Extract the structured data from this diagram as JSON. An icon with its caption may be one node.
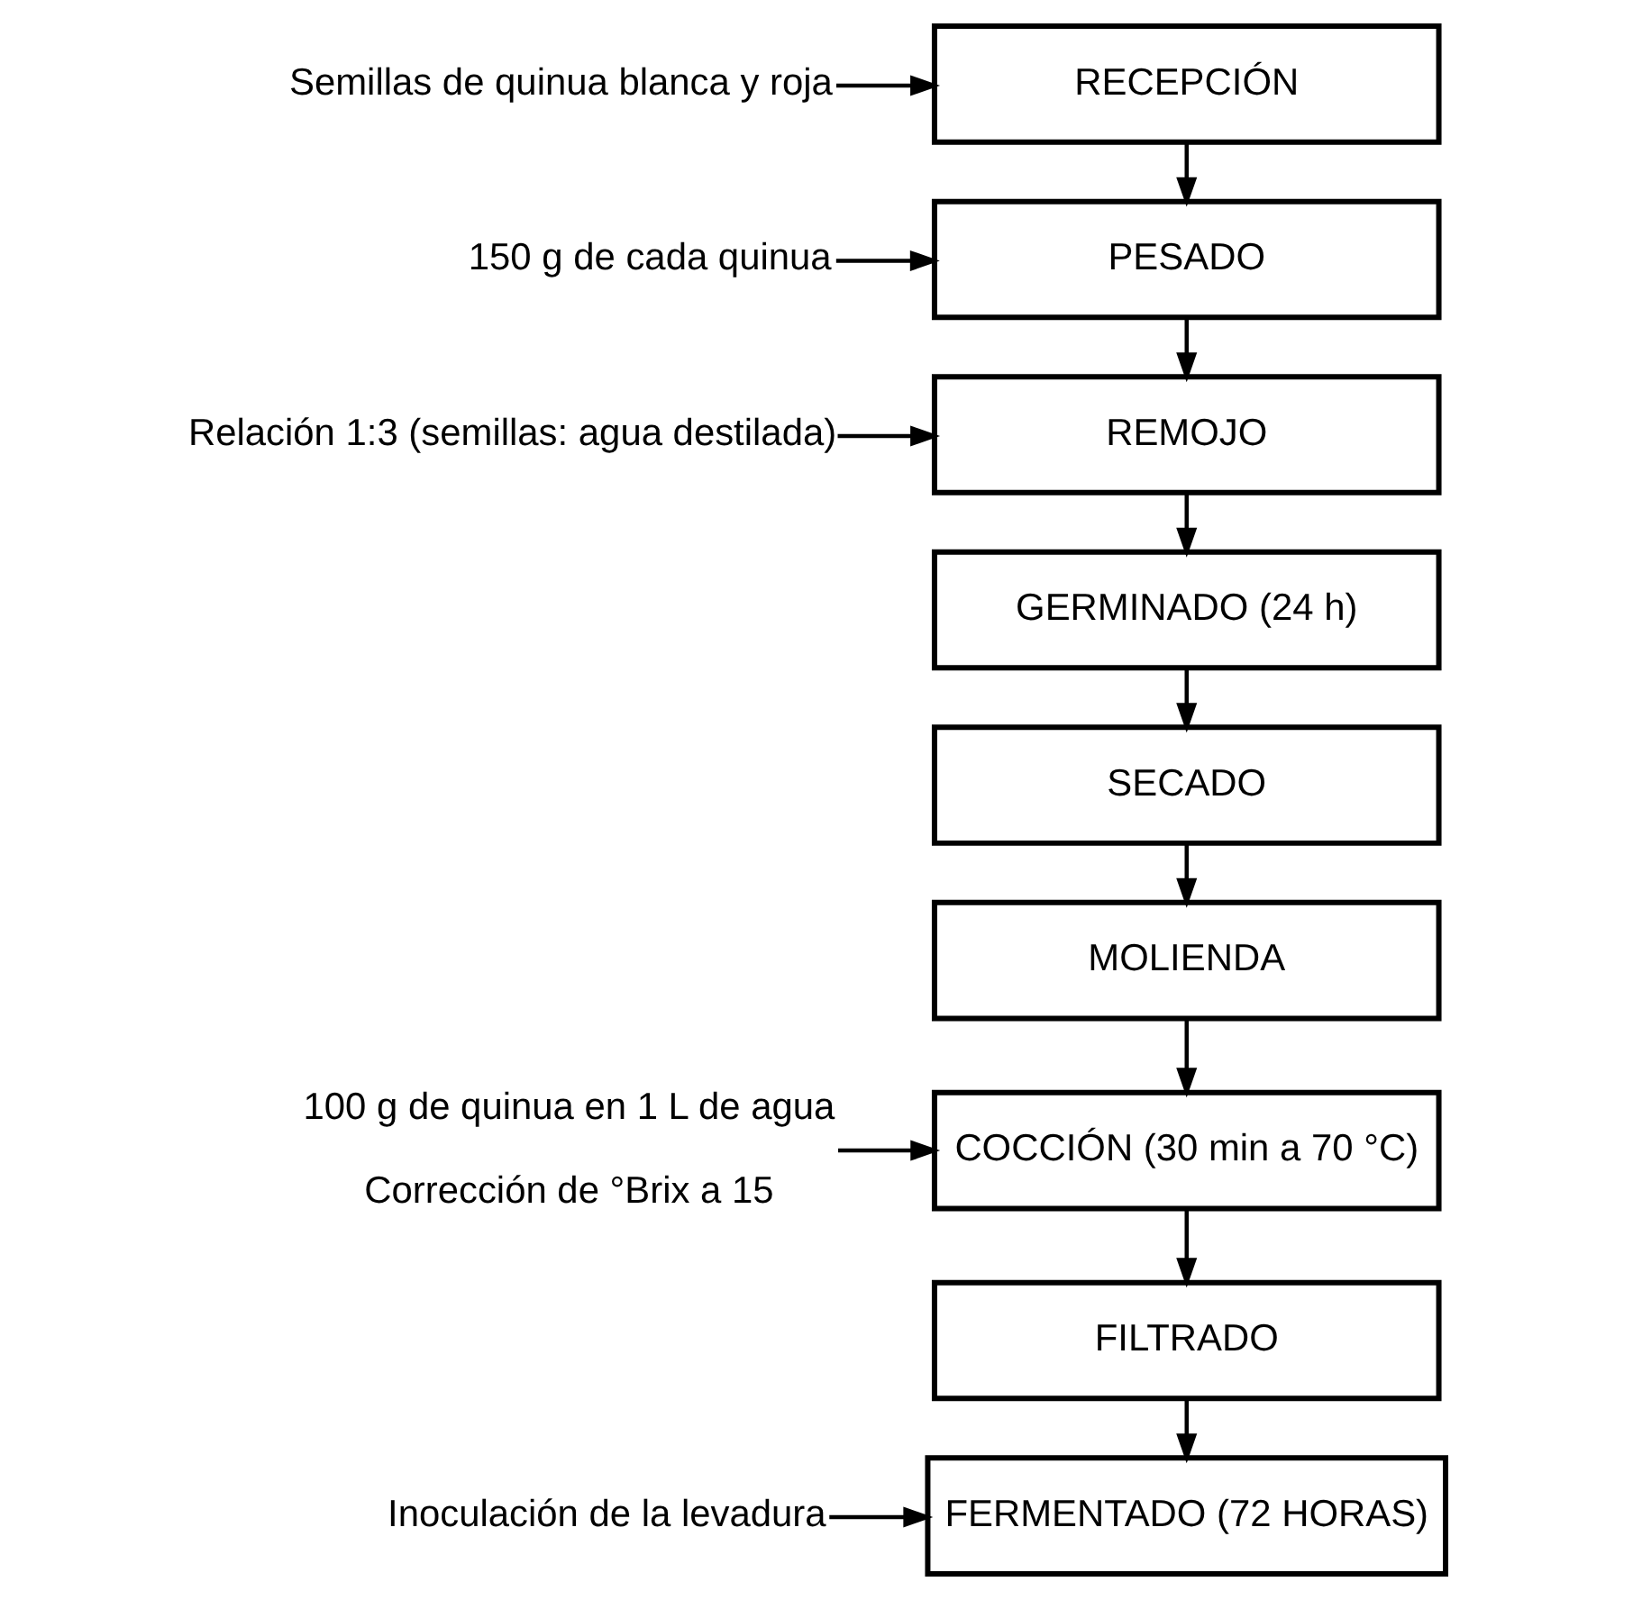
{
  "diagram": {
    "nodes": [
      {
        "text": [
          "Semillas de quinua blanca y roja"
        ]
      },
      {
        "text": [
          "RECEPCIÓN"
        ]
      },
      {
        "text": [
          "150 g de cada quinua"
        ]
      },
      {
        "text": [
          "PESADO"
        ]
      },
      {
        "text": [
          "Relación 1:3 (semillas: agua destilada)"
        ]
      },
      {
        "text": [
          "REMOJO"
        ]
      },
      {
        "text": [
          "GERMINADO (24 h)"
        ]
      },
      {
        "text": [
          "SECADO"
        ]
      },
      {
        "text": [
          "MOLIENDA"
        ]
      },
      {
        "text": [
          "100 g de quinua en 1 L de agua",
          "Corrección de °Brix a 15"
        ]
      },
      {
        "text": [
          "COCCIÓN (30 min a 70 °C)"
        ]
      },
      {
        "text": [
          "FILTRADO"
        ]
      },
      {
        "text": [
          "Inoculación de la levadura"
        ]
      },
      {
        "text": [
          "FERMENTADO (72 HORAS)"
        ]
      }
    ],
    "edges": [
      {
        "from": 0,
        "to": 1,
        "arrow": "to"
      },
      {
        "from": 1,
        "to": 3,
        "arrow": "to"
      },
      {
        "from": 2,
        "to": 3,
        "arrow": "to"
      },
      {
        "from": 3,
        "to": 5,
        "arrow": "to"
      },
      {
        "from": 4,
        "to": 5,
        "arrow": "to"
      },
      {
        "from": 5,
        "to": 6,
        "arrow": "to"
      },
      {
        "from": 6,
        "to": 7,
        "arrow": "to"
      },
      {
        "from": 7,
        "to": 8,
        "arrow": "to"
      },
      {
        "from": 8,
        "to": 10,
        "arrow": "to"
      },
      {
        "from": 9,
        "to": 10,
        "arrow": "to"
      },
      {
        "from": 10,
        "to": 11,
        "arrow": "to"
      },
      {
        "from": 11,
        "to": 13,
        "arrow": "to"
      },
      {
        "from": 12,
        "to": 13,
        "arrow": "to"
      }
    ]
  }
}
